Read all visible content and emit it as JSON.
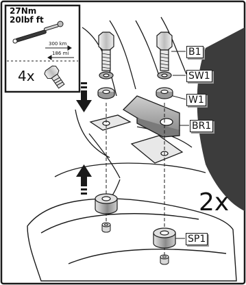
{
  "torque": {
    "nm": "27Nm",
    "lbf": "20lbf ft"
  },
  "service_interval": {
    "km": "300 km",
    "mi": "186 mi"
  },
  "bolt_quantity": "4x",
  "multiplier": "2x",
  "parts": [
    {
      "code": "B1"
    },
    {
      "code": "SW1"
    },
    {
      "code": "W1"
    },
    {
      "code": "BR1"
    },
    {
      "code": "SP1"
    }
  ],
  "colors": {
    "line": "#1a1a1a",
    "shade_dark": "#3a3a3a",
    "shade_mid": "#9a9a9a",
    "shade_light": "#d0d0d0"
  }
}
